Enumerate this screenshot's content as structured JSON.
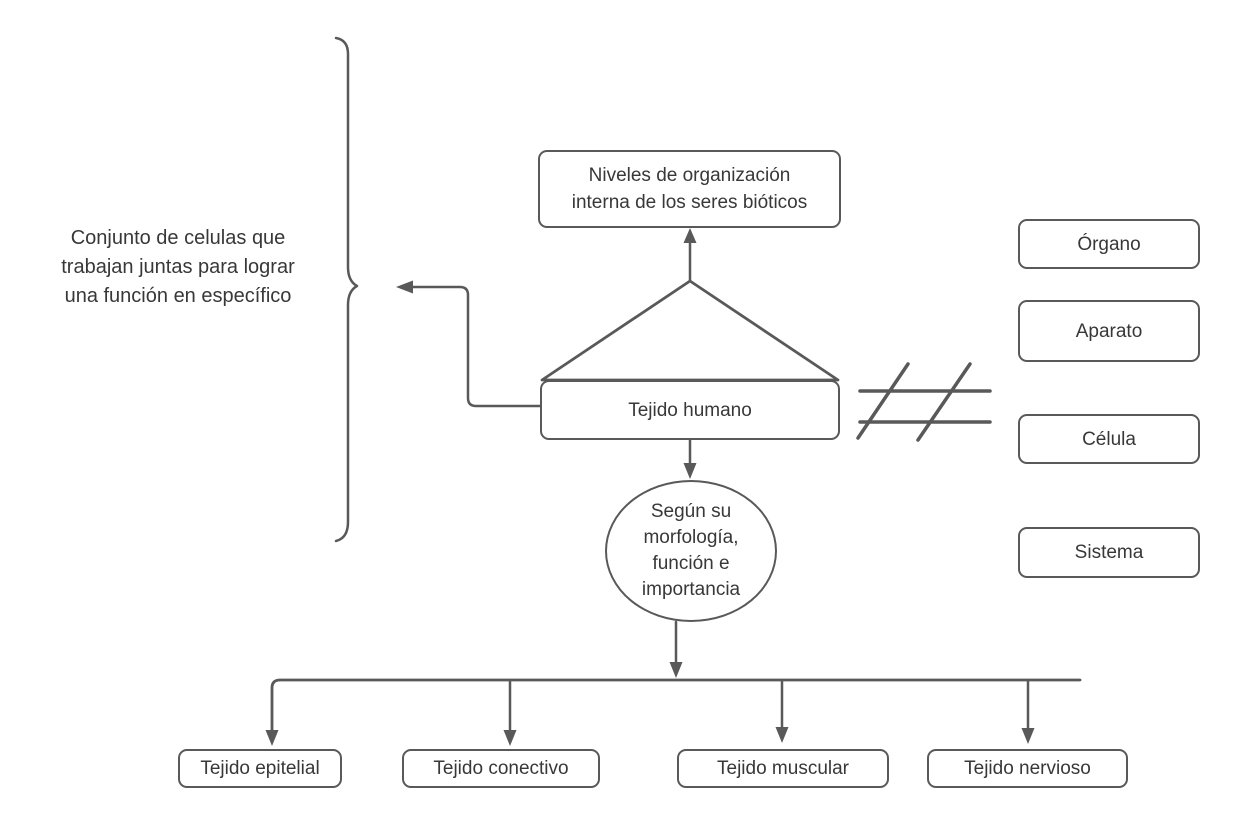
{
  "colors": {
    "line": "#595959",
    "text": "#383838",
    "shape_fill": "#ffffff",
    "background": "#ffffff"
  },
  "title_box": {
    "lines": [
      "Niveles de organización",
      "interna de los seres bióticos"
    ]
  },
  "annotation": {
    "lines": [
      "Conjunto de celulas",
      "que trabajan juntas",
      "para lograr una función",
      "en específico"
    ]
  },
  "central_box": {
    "label": "Tejido humano"
  },
  "criteria_ellipse": {
    "lines": [
      "Según su",
      "morfología,",
      "función e",
      "importancia"
    ]
  },
  "side_boxes": [
    {
      "label": "Órgano"
    },
    {
      "label": "Aparato"
    },
    {
      "label": "Célula"
    },
    {
      "label": "Sistema"
    }
  ],
  "tissue_boxes": [
    {
      "label": "Tejido epitelial"
    },
    {
      "label": "Tejido conectivo"
    },
    {
      "label": "Tejido muscular"
    },
    {
      "label": "Tejido nervioso"
    }
  ],
  "icons": {
    "curly_brace": "right-curly-brace",
    "hash": "double-not-equal-hash"
  }
}
